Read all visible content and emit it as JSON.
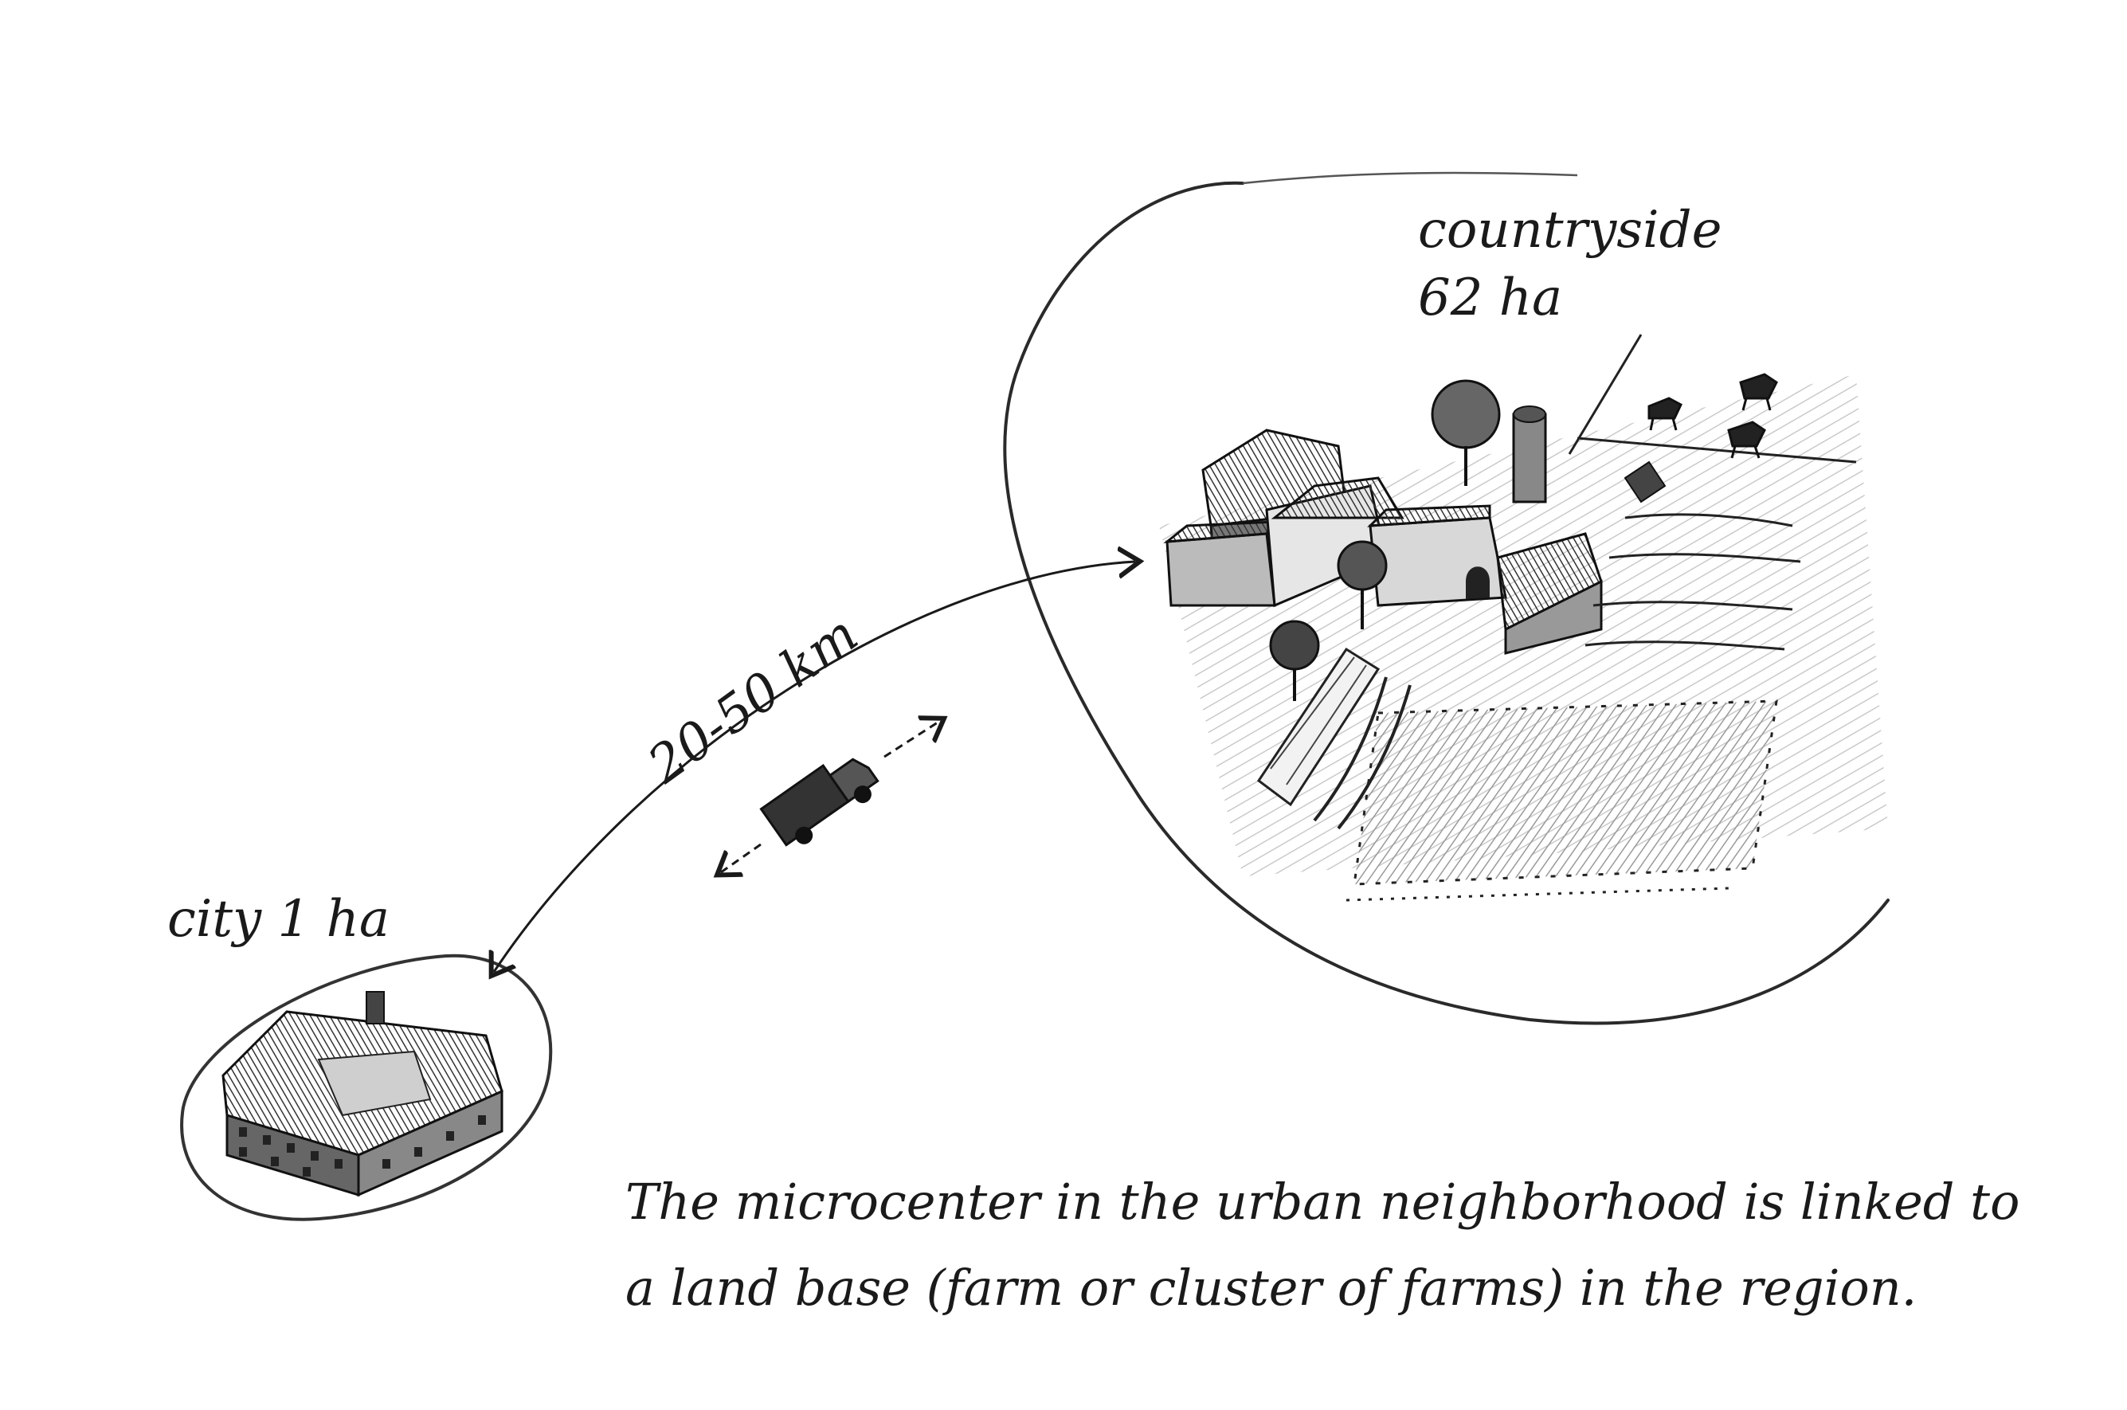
{
  "labels": {
    "countryside": "countryside",
    "countryside_area": "62 ha",
    "city": "city 1 ha",
    "distance": "20-50 km"
  },
  "caption": {
    "line1": "The microcenter in the urban neighborhood is linked to",
    "line2": "a land base (farm or cluster of farms) in the region."
  },
  "colors": {
    "ink": "#1a1a1a",
    "shade": "#7a7a7a",
    "paper": "#ffffff"
  }
}
